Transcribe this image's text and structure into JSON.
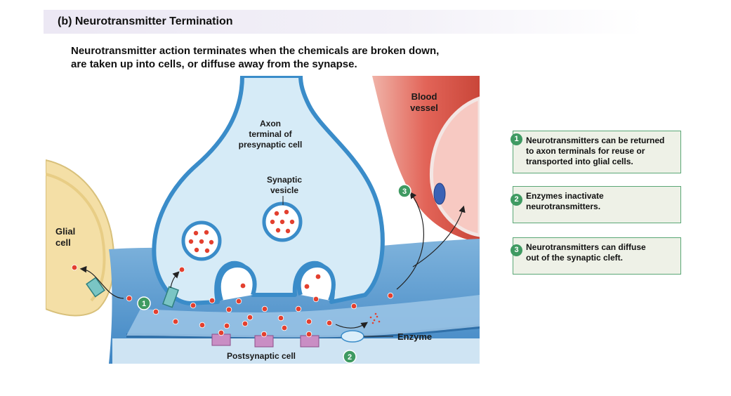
{
  "header": {
    "title": "(b) Neurotransmitter Termination"
  },
  "intro": {
    "line1": "Neurotransmitter action terminates when the chemicals are broken down,",
    "line2": "are taken up into cells, or diffuse away from the synapse."
  },
  "diagram": {
    "labels": {
      "blood_vessel_1": "Blood",
      "blood_vessel_2": "vessel",
      "axon_1": "Axon",
      "axon_2": "terminal of",
      "axon_3": "presynaptic cell",
      "vesicle_1": "Synaptic",
      "vesicle_2": "vesicle",
      "glial_1": "Glial",
      "glial_2": "cell",
      "enzyme": "Enzyme",
      "postsynaptic": "Postsynaptic cell"
    },
    "markers": {
      "m1": "1",
      "m2": "2",
      "m3": "3"
    }
  },
  "callouts": [
    {
      "num": "1",
      "lines": [
        "Neurotransmitters can be returned",
        "to axon terminals for reuse or",
        "transported into glial cells."
      ]
    },
    {
      "num": "2",
      "lines": [
        "Enzymes inactivate",
        "neurotransmitters."
      ]
    },
    {
      "num": "3",
      "lines": [
        "Neurotransmitters can diffuse",
        "out of the synaptic cleft."
      ]
    }
  ],
  "colors": {
    "terminal_fill": "#d6ebf7",
    "membrane": "#3a8cc9",
    "cleft": "#9cc6e6",
    "neurotransmitter": "#e3402f",
    "receptor": "#c98ec4",
    "glial": "#f4dfa6",
    "vessel": "#e26458",
    "marker": "#3f9a62"
  }
}
